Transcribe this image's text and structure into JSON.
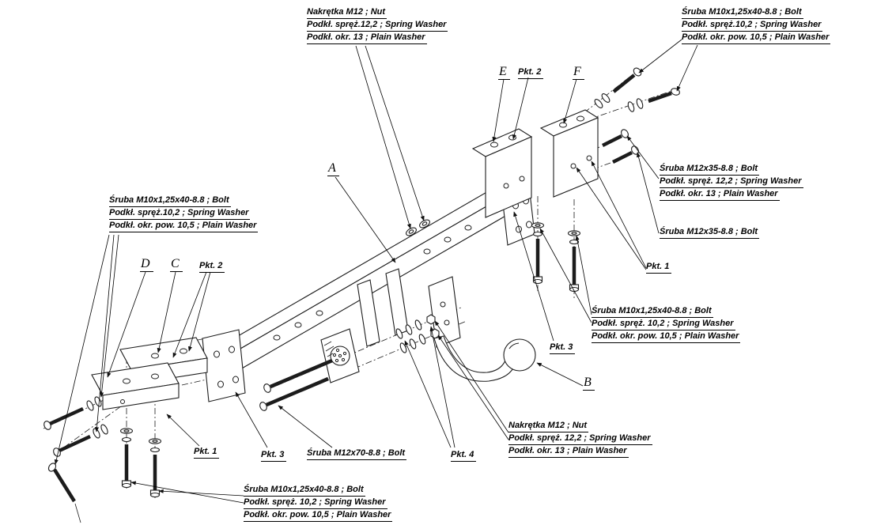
{
  "page": {
    "background": "#ffffff",
    "ink": "#1c1c1c"
  },
  "part_labels": {
    "a": "A",
    "b": "B",
    "c": "C",
    "d": "D",
    "e": "E",
    "f": "F"
  },
  "point_labels": {
    "pkt1": "Pkt. 1",
    "pkt2": "Pkt. 2",
    "pkt3": "Pkt. 3",
    "pkt4": "Pkt. 4"
  },
  "callouts": {
    "nut_m12_top": {
      "lines": [
        "Nakrętka  M12 ;  Nut",
        "Podkł. spręż.12,2 ;  Spring Washer",
        "Podkł. okr. 13 ;  Plain Washer"
      ]
    },
    "bolt_m10_top_right": {
      "lines": [
        "Śruba M10x1,25x40-8.8 ;  Bolt",
        "Podkł. spręż.10,2 ;  Spring Washer",
        "Podkł. okr. pow. 10,5 ;  Plain Washer"
      ]
    },
    "bolt_m12x35_group": {
      "lines": [
        "Śruba M12x35-8.8 ;  Bolt",
        "Podkł. spręż. 12,2 ;  Spring Washer",
        "Podkł. okr. 13 ;  Plain Washer"
      ]
    },
    "bolt_m12x35_single": {
      "lines": [
        "Śruba M12x35-8.8 ;  Bolt"
      ]
    },
    "bolt_m10_right": {
      "lines": [
        "Śruba M10x1,25x40-8.8 ;  Bolt",
        "Podkł. spręż. 10,2 ;  Spring Washer",
        "Podkł. okr. pow. 10,5 ;  Plain Washer"
      ]
    },
    "bolt_m10_left": {
      "lines": [
        "Śruba M10x1,25x40-8.8 ;  Bolt",
        "Podkł. spręż.10,2 ;  Spring Washer",
        "Podkł. okr. pow. 10,5 ;  Plain Washer"
      ]
    },
    "bolt_m12x70": {
      "lines": [
        "Śruba M12x70-8.8 ;  Bolt"
      ]
    },
    "nut_m12_bottom": {
      "lines": [
        "Nakrętka  M12 ;  Nut",
        "Podkł. spręż. 12,2 ;  Spring Washer",
        "Podkł. okr. 13 ;  Plain Washer"
      ]
    },
    "bolt_m10_bottom": {
      "lines": [
        "Śruba M10x1,25x40-8.8 ;  Bolt",
        "Podkł. spręż. 10,2 ;  Spring Washer",
        "Podkł. okr. pow. 10,5 ;  Plain Washer"
      ]
    }
  }
}
